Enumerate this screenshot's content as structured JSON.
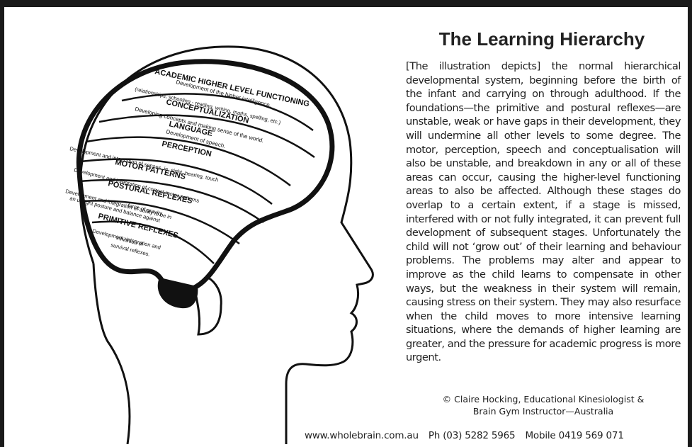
{
  "title": "The Learning Hierarchy",
  "body": "[The illustration depicts] the normal hierarchical developmental system, beginning before the birth of the infant and carrying on through adulthood. If the foundations—the primitive and postural reflexes—are unstable, weak or have gaps in their development, they will undermine all other levels to some degree. The motor, perception, speech and conceptualisation will also be unstable, and breakdown in any or all of these areas can occur, causing the higher-level functioning areas to also be affected. Although these stages do overlap to a certain extent, if a stage is missed, interfered with or not fully integrated, it can prevent full development of subsequent stages. Unfortunately the child will not ‘grow out’ of their learning and behaviour problems. The problems may alter and appear to improve as the child learns to compensate in other ways, but the weakness in their system will remain, causing stress on their system. They may also resurface when the child moves to more intensive learning situations, where the demands of higher learning are greater, and the pressure for academic progress is more urgent.",
  "credit": {
    "line1": "© Claire Hocking, Educational Kinesiologist &",
    "line2": "Brain Gym Instructor—Australia"
  },
  "contact": {
    "website": "www.wholebrain.com.au",
    "phone": "Ph (03) 5282 5965",
    "mobile": "Mobile 0419 569 071"
  },
  "illustration": {
    "academic": {
      "heading": "ACADEMIC HIGHER LEVEL FUNCTIONING",
      "line1": "Development of the higher intelligence.",
      "line2": "(relationships, schooling - reading, writing, maths, spelling, etc.)"
    },
    "conceptualization": {
      "heading": "CONCEPTUALIZATION",
      "line1": "Developing concepts and making sense of the world."
    },
    "language": {
      "heading": "LANGUAGE",
      "line1": "Development of speech."
    },
    "perception": {
      "heading": "PERCEPTION",
      "line1": "Development and integration of senses. ie. sight, hearing, touch"
    },
    "motor": {
      "heading": "MOTOR PATTERNS",
      "line1": "Development and integration of correct motor patterns"
    },
    "postural": {
      "heading": "POSTURAL REFLEXES",
      "line1": "Development and integration of ability to be in",
      "line2": "an upright posture and balance against",
      "line3": "force of gravity."
    },
    "primitive": {
      "heading": "PRIMITIVE REFLEXES",
      "line1": "Development, integration and",
      "line2": "inhibition of",
      "line3": "survival reflexes."
    }
  }
}
